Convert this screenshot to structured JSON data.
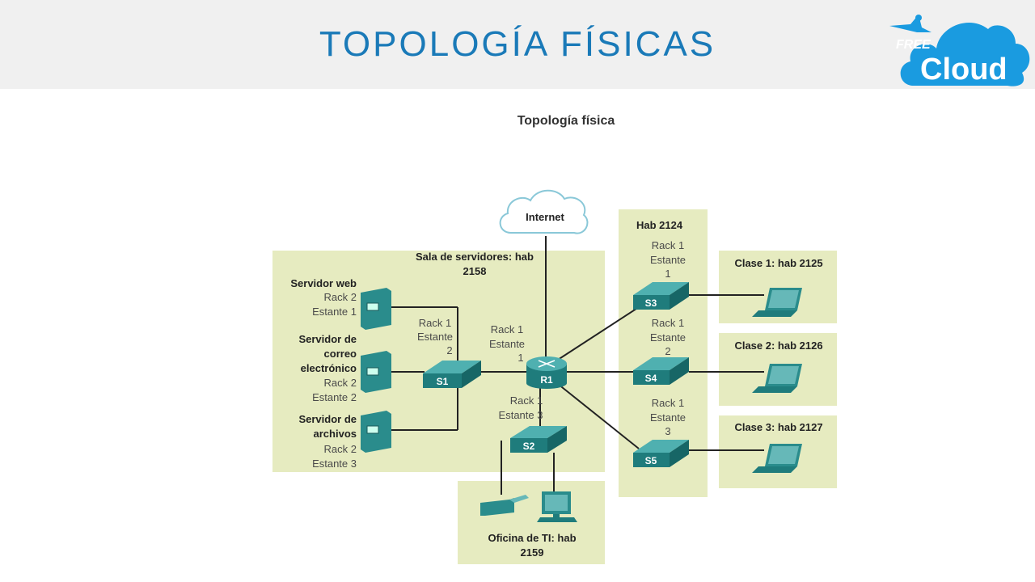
{
  "slide": {
    "title": "TOPOLOGÍA FÍSICAS"
  },
  "logo": {
    "small_text": "FREE",
    "big_text": "Cloud",
    "colors": {
      "cloud": "#1a9be0",
      "text": "#ffffff"
    }
  },
  "diagram": {
    "title": "Topología física",
    "internet_label": "Internet",
    "server_room": {
      "line1": "Sala de servidores: hab",
      "line2": "2158"
    },
    "web_server": {
      "name": "Servidor web",
      "rack": "Rack 2",
      "shelf": "Estante 1"
    },
    "mail_server": {
      "name1": "Servidor de",
      "name2": "correo",
      "name3": "electrónico",
      "rack": "Rack 2",
      "shelf": "Estante 2"
    },
    "file_server": {
      "name1": "Servidor de",
      "name2": "archivos",
      "rack": "Rack 2",
      "shelf": "Estante 3"
    },
    "s1_loc": {
      "rack": "Rack 1",
      "shelf": "Estante",
      "num": "2"
    },
    "r1_loc": {
      "rack": "Rack 1",
      "shelf": "Estante",
      "num": "1"
    },
    "s2_loc": {
      "rack": "Rack 1",
      "shelf": "Estante 3"
    },
    "hab2124": {
      "title": "Hab 2124"
    },
    "s3_loc": {
      "rack": "Rack 1",
      "shelf": "Estante",
      "num": "1"
    },
    "s4_loc": {
      "rack": "Rack 1",
      "shelf": "Estante",
      "num": "2"
    },
    "s5_loc": {
      "rack": "Rack 1",
      "shelf": "Estante",
      "num": "3"
    },
    "class1": "Clase 1: hab 2125",
    "class2": "Clase 2: hab 2126",
    "class3": "Clase 3: hab 2127",
    "it_office": {
      "line1": "Oficina de TI: hab",
      "line2": "2159"
    },
    "devices": {
      "s1": "S1",
      "s2": "S2",
      "s3": "S3",
      "s4": "S4",
      "s5": "S5",
      "r1": "R1"
    },
    "colors": {
      "room": "#e6ebc0",
      "device": "#2a8c8c",
      "line": "#222222"
    }
  }
}
